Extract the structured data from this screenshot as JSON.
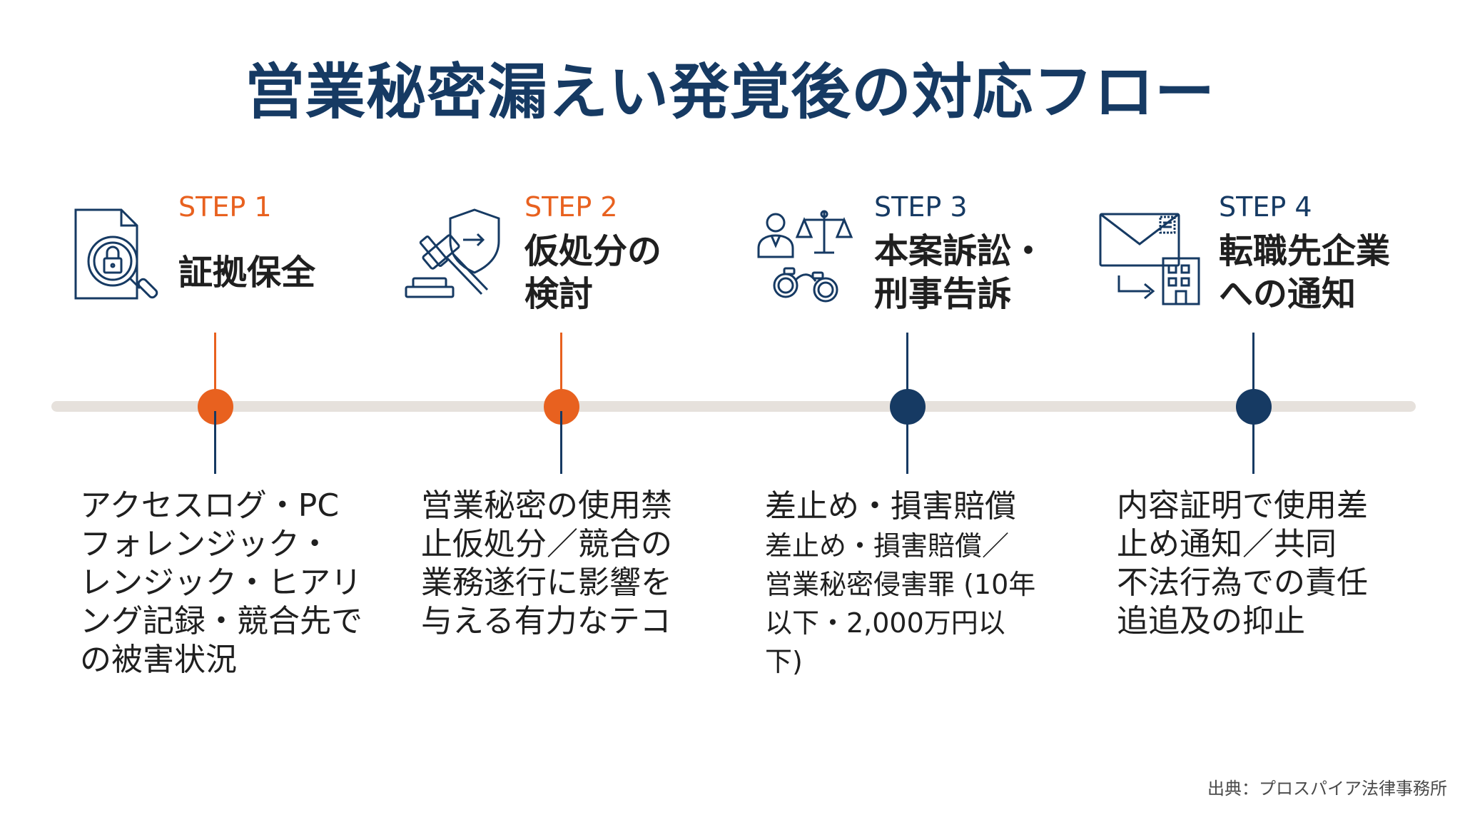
{
  "title": "営業秘密漏えい発覚後の対応フロー",
  "colors": {
    "navy": "#163a63",
    "orange": "#e8611f",
    "track": "#e6e1dc"
  },
  "steps": [
    {
      "label": "STEP 1",
      "title_lines": [
        "証拠保全"
      ],
      "icon": "document-lock-magnifier-icon",
      "color": "orange",
      "desc_lines": [
        "アクセスログ・PC",
        "フォレンジック・",
        "レンジック・ヒアリ",
        "ング記録・競合先で",
        "の被害状況"
      ]
    },
    {
      "label": "STEP 2",
      "title_lines": [
        "仮処分の",
        "検討"
      ],
      "icon": "gavel-shield-icon",
      "color": "orange",
      "desc_lines": [
        "営業秘密の使用禁",
        "止仮処分／競合の",
        "業務遂行に影響を",
        "与える有力なテコ"
      ]
    },
    {
      "label": "STEP 3",
      "title_lines": [
        "本案訴訟・",
        "刑事告訴"
      ],
      "icon": "scales-handcuffs-icon",
      "color": "navy",
      "desc_head": "差止め・損害賠償",
      "desc_lines": [
        "差止め・損害賠償／",
        "営業秘密侵害罪 (10年",
        "以下・2,000万円以",
        "下)"
      ]
    },
    {
      "label": "STEP 4",
      "title_lines": [
        "転職先企業",
        "への通知"
      ],
      "icon": "envelope-building-icon",
      "color": "navy",
      "desc_lines": [
        "内容証明で使用差",
        "止め通知／共同",
        "不法行為での責任",
        "追追及の抑止"
      ]
    }
  ],
  "source": "出典：プロスパイア法律事務所"
}
